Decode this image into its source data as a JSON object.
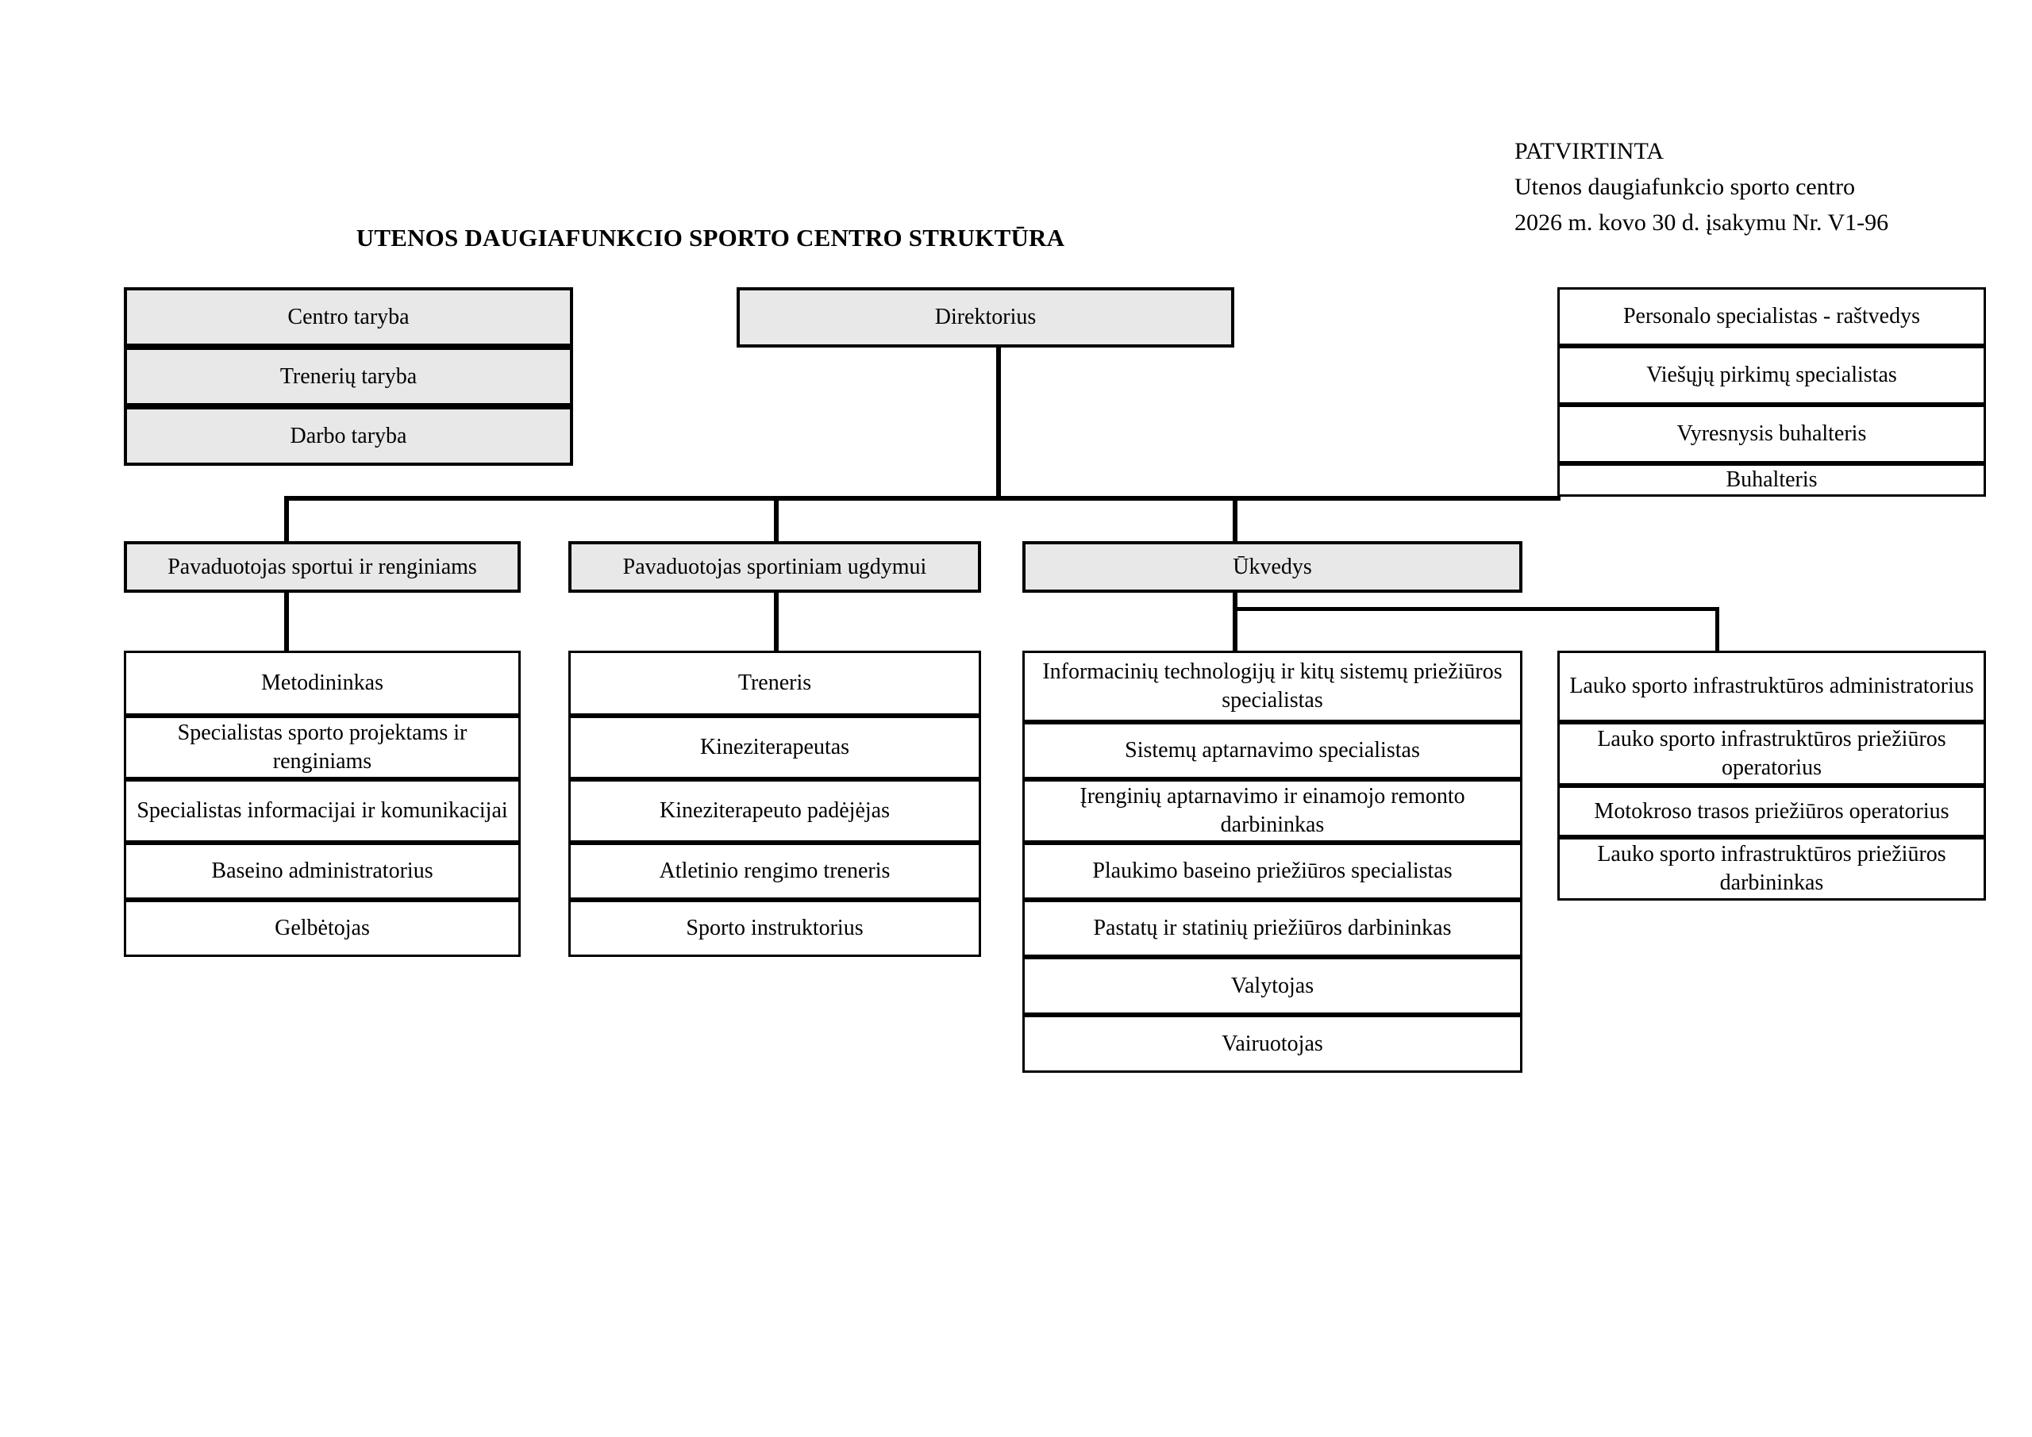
{
  "approval": {
    "line1": "PATVIRTINTA",
    "line2": "Utenos daugiafunkcio sporto centro",
    "line3": "2026 m. kovo 30 d. įsakymu Nr. V1-96"
  },
  "title": "UTENOS DAUGIAFUNKCIO SPORTO CENTRO STRUKTŪRA",
  "colors": {
    "box_fill_gray": "#e8e8e8",
    "box_fill_white": "#ffffff",
    "border": "#000000",
    "text": "#000000"
  },
  "chart_data": {
    "type": "diagram",
    "title": "UTENOS DAUGIAFUNKCIO SPORTO CENTRO STRUKTŪRA",
    "nodes": {
      "councils": [
        "Centro taryba",
        "Trenerių taryba",
        "Darbo taryba"
      ],
      "director": "Direktorius",
      "administration": [
        "Personalo specialistas - raštvedys",
        "Viešųjų pirkimų specialistas",
        "Vyresnysis buhalteris",
        "Buhalteris"
      ],
      "deputies": [
        "Pavaduotojas sportui ir renginiams",
        "Pavaduotojas sportiniam ugdymui",
        "Ūkvedys"
      ],
      "column1": [
        "Metodininkas",
        "Specialistas sporto projektams ir renginiams",
        "Specialistas informacijai ir komunikacijai",
        "Baseino administratorius",
        "Gelbėtojas"
      ],
      "column2": [
        "Treneris",
        "Kineziterapeutas",
        "Kineziterapeuto padėjėjas",
        "Atletinio rengimo treneris",
        "Sporto instruktorius"
      ],
      "column3": [
        "Informacinių technologijų ir kitų sistemų priežiūros specialistas",
        "Sistemų aptarnavimo specialistas",
        "Įrenginių aptarnavimo ir einamojo remonto darbininkas",
        "Plaukimo baseino priežiūros specialistas",
        "Pastatų ir statinių priežiūros darbininkas",
        "Valytojas",
        "Vairuotojas"
      ],
      "column4": [
        "Lauko sporto infrastruktūros administratorius",
        "Lauko sporto infrastruktūros priežiūros operatorius",
        "Motokroso trasos priežiūros operatorius",
        "Lauko sporto infrastruktūros priežiūros darbininkas"
      ]
    }
  }
}
